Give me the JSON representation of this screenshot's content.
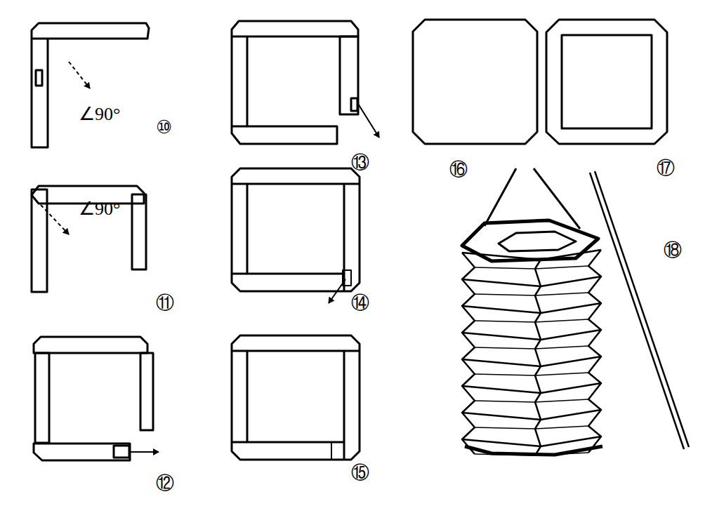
{
  "diagram": {
    "labels": [
      "∠90°",
      "⑩",
      "∠90°",
      "⑪",
      "⑫",
      "⑬",
      "⑭",
      "⑮",
      "⑯",
      "⑰",
      "⑱"
    ]
  }
}
